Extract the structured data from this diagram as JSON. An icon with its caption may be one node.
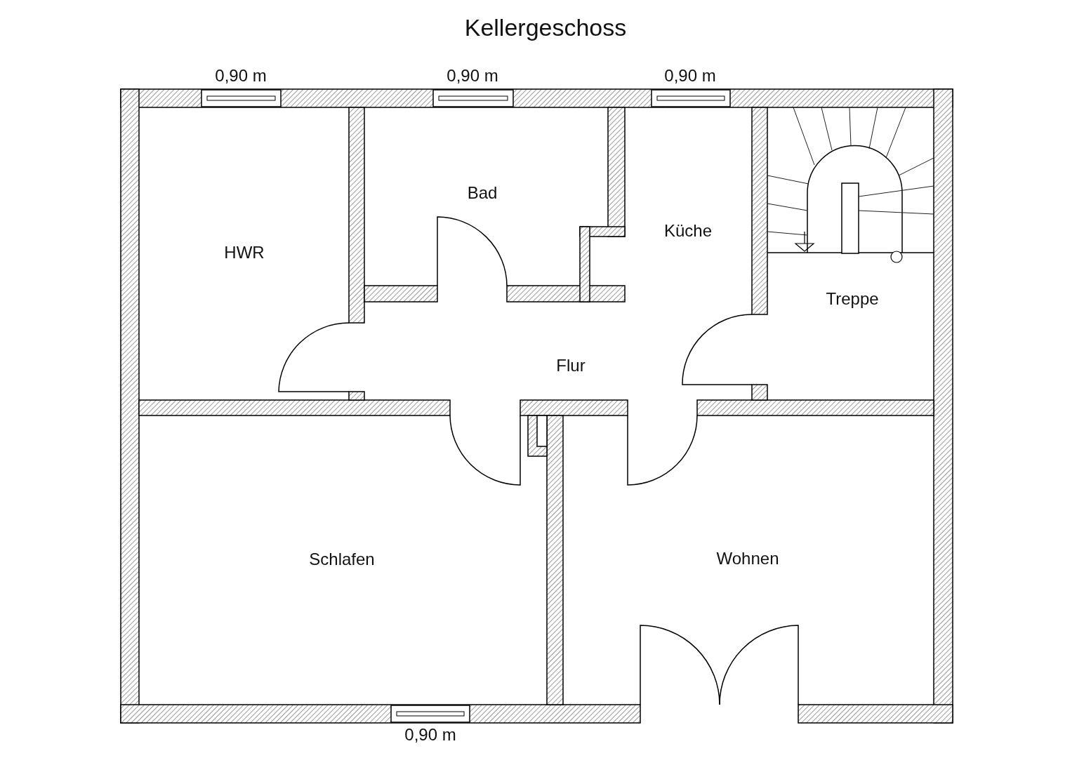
{
  "diagram": {
    "title": "Kellergeschoss",
    "labels": [
      "0,90 m",
      "0,90 m",
      "0,90 m",
      "Bad",
      "Küche",
      "HWR",
      "Treppe",
      "Flur",
      "Schlafen",
      "Wohnen",
      "0,90 m"
    ]
  }
}
